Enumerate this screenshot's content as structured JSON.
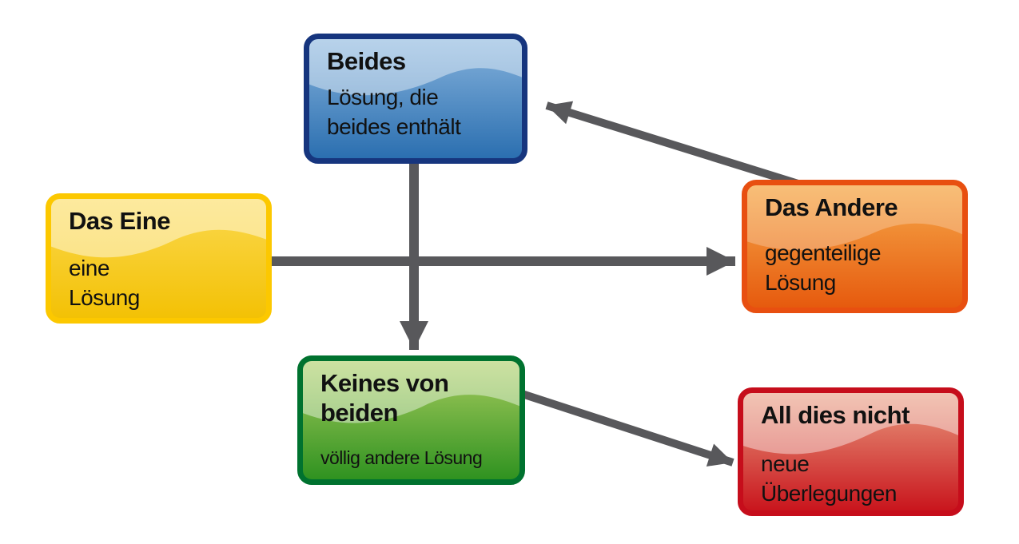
{
  "diagram": {
    "description_colors": {
      "arrow": "#58585b",
      "text": "#111111",
      "background": "#ffffff"
    },
    "nodes": [
      {
        "id": "beides",
        "title_lines": [
          "Beides"
        ],
        "body_lines": [
          "Lösung, die",
          "beides enthält"
        ],
        "colors": {
          "border": "#16357e",
          "fill1": "#85b2dc",
          "fill2": "#2b6fb0"
        }
      },
      {
        "id": "das-eine",
        "title_lines": [
          "Das Eine"
        ],
        "body_lines": [
          "eine",
          "Lösung"
        ],
        "colors": {
          "border": "#fcc800",
          "fill1": "#fbd94f",
          "fill2": "#f3c105"
        }
      },
      {
        "id": "das-andere",
        "title_lines": [
          "Das Andere"
        ],
        "body_lines": [
          "gegenteilige",
          "Lösung"
        ],
        "colors": {
          "border": "#e84f10",
          "fill1": "#f6a94a",
          "fill2": "#e65a0e"
        }
      },
      {
        "id": "keines-von-beiden",
        "title_lines": [
          "Keines von",
          "beiden"
        ],
        "body_lines": [
          "völlig andere Lösung"
        ],
        "colors": {
          "border": "#00722f",
          "fill1": "#a8cc5e",
          "fill2": "#2f9220"
        }
      },
      {
        "id": "all-dies-nicht",
        "title_lines": [
          "All dies nicht"
        ],
        "body_lines": [
          "neue",
          "Überlegungen"
        ],
        "colors": {
          "border": "#c60d1b",
          "fill1": "#e89a7e",
          "fill2": "#c9151d"
        }
      }
    ],
    "arrows": [
      {
        "from": "das-eine",
        "to": "das-andere"
      },
      {
        "from": "beides",
        "to": "keines-von-beiden"
      },
      {
        "from": "das-andere",
        "to": "beides"
      },
      {
        "from": "keines-von-beiden",
        "to": "all-dies-nicht"
      }
    ]
  }
}
